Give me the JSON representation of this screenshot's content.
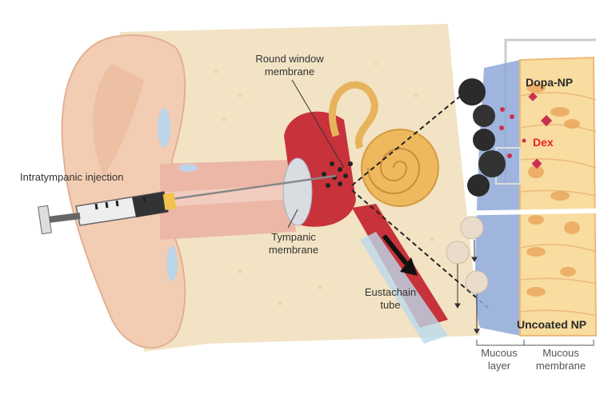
{
  "labels": {
    "round_window": [
      "Round window",
      "membrane"
    ],
    "injection": "Intratympanic injection",
    "tympanic": [
      "Tympanic",
      "membrane"
    ],
    "eustachian": [
      "Eustachain",
      "tube"
    ],
    "dopa_np": "Dopa-NP",
    "dex": "Dex",
    "uncoated_np": "Uncoated NP",
    "mucous_layer": [
      "Mucous",
      "layer"
    ],
    "mucous_membrane": [
      "Mucous",
      "membrane"
    ]
  },
  "colors": {
    "skin": "#f6d9bf",
    "bone": "#f2e3c4",
    "canal": "#e8b0a0",
    "middle_ear": "#c8323a",
    "cochlea": "#eeb85c",
    "mucus": "#8fa8d8",
    "membrane": "#f8dca0",
    "np_dark": "#2b2b2b",
    "np_light": "#e9dccb",
    "dex": "#c83250"
  }
}
